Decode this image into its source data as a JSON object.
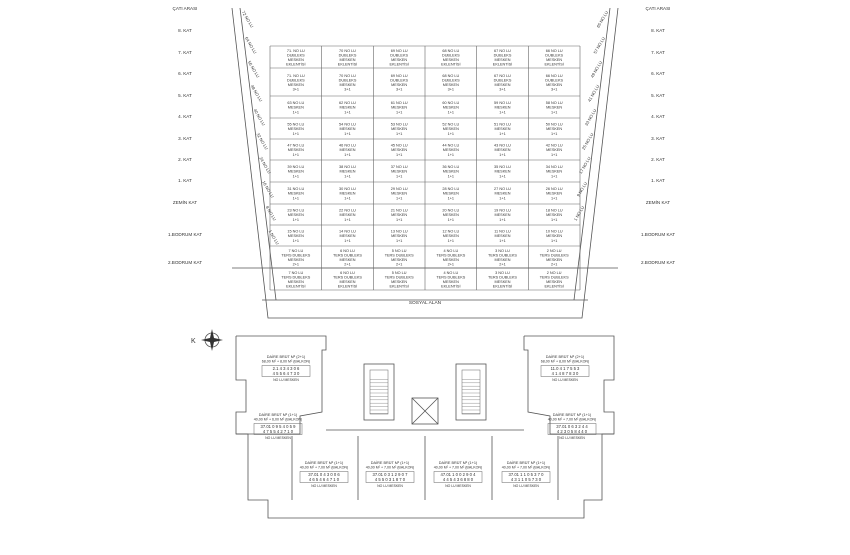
{
  "section": {
    "floors": [
      "ÇATI ARASI",
      "8. KAT",
      "7. KAT",
      "6. KAT",
      "5. KAT",
      "4. KAT",
      "3. KAT",
      "2. KAT",
      "1. KAT",
      "ZEMİN KAT",
      "1.BODRUM KAT",
      "2.BODRUM KAT"
    ],
    "social_area": "SOSYAL ALAN",
    "rows": [
      [
        [
          "71. NO LU",
          "DUBLEKS",
          "MESKEN",
          "EKLENTİSİ"
        ],
        [
          "70 NO LU",
          "DUBLEKS",
          "MESKEN",
          "EKLENTİSİ"
        ],
        [
          "69 NO LU",
          "DUBLEKS",
          "MESKEN",
          "EKLENTİSİ"
        ],
        [
          "68 NO LU",
          "DUBLEKS",
          "MESKEN",
          "EKLENTİSİ"
        ],
        [
          "67 NO LU",
          "DUBLEKS",
          "MESKEN",
          "EKLENTİSİ"
        ],
        [
          "66 NO LU",
          "DUBLEKS",
          "MESKEN",
          "EKLENTİSİ"
        ]
      ],
      [
        [
          "71. NO LU",
          "DUBLEKS",
          "MESKEN",
          "3+1"
        ],
        [
          "70 NO LU",
          "DUBLEKS",
          "MESKEN",
          "3+1"
        ],
        [
          "69 NO LU",
          "DUBLEKS",
          "MESKEN",
          "3+1"
        ],
        [
          "68 NO LU",
          "DUBLEKS",
          "MESKEN",
          "3+1"
        ],
        [
          "67 NO LU",
          "DUBLEKS",
          "MESKEN",
          "3+1"
        ],
        [
          "66 NO LU",
          "DUBLEKS",
          "MESKEN",
          "3+1"
        ]
      ],
      [
        [
          "63 NO LU",
          "MESKEN",
          "1+1"
        ],
        [
          "62 NO LU",
          "MESKEN",
          "1+1"
        ],
        [
          "61 NO LU",
          "MESKEN",
          "1+1"
        ],
        [
          "60 NO LU",
          "MESKEN",
          "1+1"
        ],
        [
          "59 NO LU",
          "MESKEN",
          "1+1"
        ],
        [
          "58 NO LU",
          "MESKEN",
          "1+1"
        ]
      ],
      [
        [
          "55 NO LU",
          "MESKEN",
          "1+1"
        ],
        [
          "54 NO LU",
          "MESKEN",
          "1+1"
        ],
        [
          "53 NO LU",
          "MESKEN",
          "1+1"
        ],
        [
          "52 NO LU",
          "MESKEN",
          "1+1"
        ],
        [
          "51 NO LU",
          "MESKEN",
          "1+1"
        ],
        [
          "50 NO LU",
          "MESKEN",
          "1+1"
        ]
      ],
      [
        [
          "47 NO LU",
          "MESKEN",
          "1+1"
        ],
        [
          "46 NO LU",
          "MESKEN",
          "1+1"
        ],
        [
          "45 NO LU",
          "MESKEN",
          "1+1"
        ],
        [
          "44 NO LU",
          "MESKEN",
          "1+1"
        ],
        [
          "43 NO LU",
          "MESKEN",
          "1+1"
        ],
        [
          "42 NO LU",
          "MESKEN",
          "1+1"
        ]
      ],
      [
        [
          "39 NO LU",
          "MESKEN",
          "1+1"
        ],
        [
          "38 NO LU",
          "MESKEN",
          "1+1"
        ],
        [
          "37 NO LU",
          "MESKEN",
          "1+1"
        ],
        [
          "36 NO LU",
          "MESKEN",
          "1+1"
        ],
        [
          "35 NO LU",
          "MESKEN",
          "1+1"
        ],
        [
          "34 NO LU",
          "MESKEN",
          "1+1"
        ]
      ],
      [
        [
          "31 NO LU",
          "MESKEN",
          "1+1"
        ],
        [
          "30 NO LU",
          "MESKEN",
          "1+1"
        ],
        [
          "29 NO LU",
          "MESKEN",
          "1+1"
        ],
        [
          "28 NO LU",
          "MESKEN",
          "1+1"
        ],
        [
          "27 NO LU",
          "MESKEN",
          "1+1"
        ],
        [
          "26 NO LU",
          "MESKEN",
          "1+1"
        ]
      ],
      [
        [
          "23 NO LU",
          "MESKEN",
          "1+1"
        ],
        [
          "22 NO LU",
          "MESKEN",
          "1+1"
        ],
        [
          "21 NO LU",
          "MESKEN",
          "1+1"
        ],
        [
          "20 NO LU",
          "MESKEN",
          "1+1"
        ],
        [
          "19 NO LU",
          "MESKEN",
          "1+1"
        ],
        [
          "18 NO LU",
          "MESKEN",
          "1+1"
        ]
      ],
      [
        [
          "15 NO LU",
          "MESKEN",
          "1+1"
        ],
        [
          "14 NO LU",
          "MESKEN",
          "1+1"
        ],
        [
          "13 NO LU",
          "MESKEN",
          "1+1"
        ],
        [
          "12 NO LU",
          "MESKEN",
          "1+1"
        ],
        [
          "11 NO LU",
          "MESKEN",
          "1+1"
        ],
        [
          "10 NO LU",
          "MESKEN",
          "1+1"
        ]
      ],
      [
        [
          "7 NO LU",
          "TERS DUBLEKS",
          "MESKEN",
          "2+1"
        ],
        [
          "6 NO LU",
          "TERS DUBLEKS",
          "MESKEN",
          "2+1"
        ],
        [
          "5 NO LU",
          "TERS DUBLEKS",
          "MESKEN",
          "2+1"
        ],
        [
          "4 NO LU",
          "TERS DUBLEKS",
          "MESKEN",
          "2+1"
        ],
        [
          "3 NO LU",
          "TERS DUBLEKS",
          "MESKEN",
          "2+1"
        ],
        [
          "2 NO LU",
          "TERS DUBLEKS",
          "MESKEN",
          "2+1"
        ]
      ],
      [
        [
          "7 NO LU",
          "TERS DUBLEKS",
          "MESKEN",
          "EKLENTİSİ"
        ],
        [
          "6 NO LU",
          "TERS DUBLEKS",
          "MESKEN",
          "EKLENTİSİ"
        ],
        [
          "5 NO LU",
          "TERS DUBLEKS",
          "MESKEN",
          "EKLENTİSİ"
        ],
        [
          "4 NO LU",
          "TERS DUBLEKS",
          "MESKEN",
          "EKLENTİSİ"
        ],
        [
          "3 NO LU",
          "TERS DUBLEKS",
          "MESKEN",
          "EKLENTİSİ"
        ],
        [
          "2 NO LU",
          "TERS DUBLEKS",
          "MESKEN",
          "EKLENTİSİ"
        ]
      ]
    ],
    "left_wing": [
      "72 NO LU",
      "64 NO LU",
      "56 NO LU",
      "48 NO LU",
      "40 NO LU",
      "32 NO LU",
      "24 NO LU",
      "16 NO LU",
      "8 NO LU",
      "1 NO LU"
    ],
    "right_wing": [
      "65 NO LU",
      "57 NO LU",
      "49 NO LU",
      "41 NO LU",
      "33 NO LU",
      "25 NO LU",
      "17 NO LU",
      "9 NO LU",
      "1 NO LU"
    ]
  },
  "plan": {
    "north_label": "K",
    "units": [
      {
        "title": "DAİRE BRÜT M² (2+1)",
        "area": "68,00 M² + 8,00 M² (BALKON)",
        "code1": "2.1 4 3 4 3 0 6",
        "code2": "4 5 5 6 4 7 3 0",
        "note": "NO LU MESKEN"
      },
      {
        "title": "DAİRE BRÜT M² (2+1)",
        "area": "68,00 M² + 8,00 M² (BALKON)",
        "code1": "11.0 4 1 7 5 5 3",
        "code2": "4 1 4 8 7 8 3 0",
        "note": "NO LU MESKEN"
      },
      {
        "title": "DAİRE BRÜT M² (1+1)",
        "area": "40,00 M² + 6,00 M² (BALKON)",
        "code1": "37.01 0 9 5 4 0 5 9",
        "code2": "4 7 5 5 4 2 7 1 0",
        "note": "NO LU MESKEN"
      },
      {
        "title": "DAİRE BRÜT M² (1+1)",
        "area": "40,00 M² + 7,00 M² (BALKON)",
        "code1": "37.01 0 6 3 2 4 4",
        "code2": "4 2 3 0 5 8 4 4 0",
        "note": "NO LU MESKEN"
      },
      {
        "title": "DAİRE BRÜT M² (1+1)",
        "area": "40,00 M² + 7,00 M² (BALKON)",
        "code1": "37.01 0 4 3 0 0 6",
        "code2": "4 6 5 4 6 4 7 1 0",
        "note": "NO LU MESKEN"
      },
      {
        "title": "DAİRE BRÜT M² (1+1)",
        "area": "40,00 M² + 7,00 M² (BALKON)",
        "code1": "37.01 0 3 1 2 9 0 7",
        "code2": "4 5 5 0 3 1 8 7 0",
        "note": "NO LU MESKEN"
      },
      {
        "title": "DAİRE BRÜT M² (1+1)",
        "area": "40,00 M² + 7,00 M² (BALKON)",
        "code1": "47.01 1 0 0 2 9 0 4",
        "code2": "4 4 5 4 3 6 8 8 0",
        "note": "NO LU MESKEN"
      },
      {
        "title": "DAİRE BRÜT M² (1+1)",
        "area": "40,00 M² + 7,00 M² (BALKON)",
        "code1": "37.01 1 1 0 5 3 7 0",
        "code2": "4 3 1 1 0 5 7 3 0",
        "note": "NO LU MESKEN"
      }
    ]
  }
}
